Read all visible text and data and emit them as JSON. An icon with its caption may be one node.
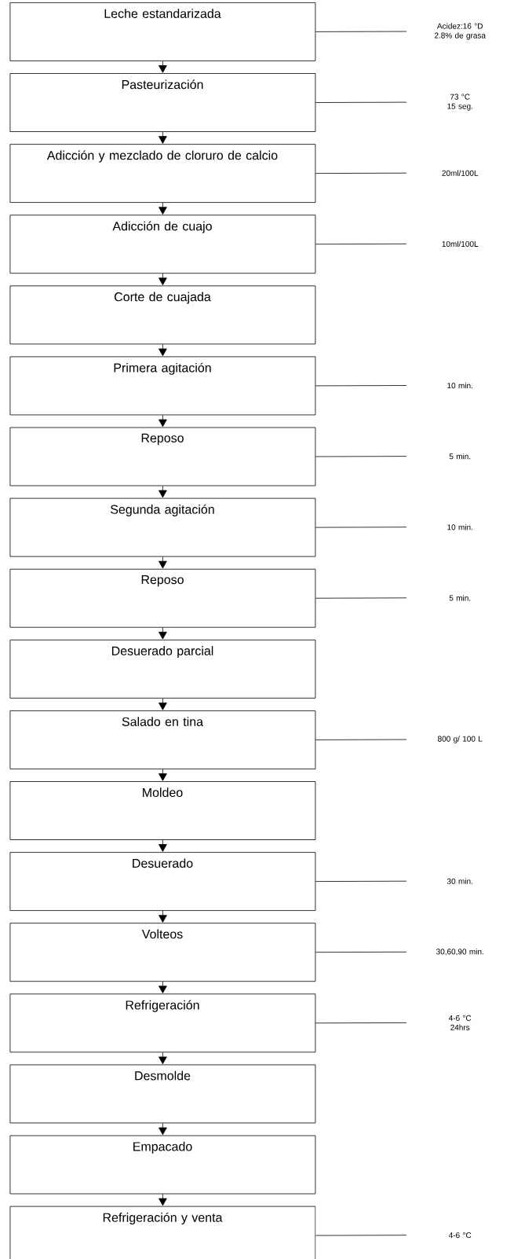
{
  "diagram": {
    "nodes": [
      {
        "text": [
          "Leche estandarizada"
        ]
      },
      {
        "text": [
          "Acidez:16 °D",
          "2.8% de grasa"
        ]
      },
      {
        "text": [
          "Pasteurización"
        ]
      },
      {
        "text": [
          "73 °C",
          "15 seg."
        ]
      },
      {
        "text": [
          "Adicción y mezclado de cloruro de calcio"
        ]
      },
      {
        "text": [
          "20ml/100L"
        ]
      },
      {
        "text": [
          "Adicción de cuajo"
        ]
      },
      {
        "text": [
          "10ml/100L"
        ]
      },
      {
        "text": [
          "Corte de cuajada"
        ]
      },
      {
        "text": [
          "Primera agitación"
        ]
      },
      {
        "text": [
          "10 min."
        ]
      },
      {
        "text": [
          "Reposo"
        ]
      },
      {
        "text": [
          "5 min."
        ]
      },
      {
        "text": [
          "Segunda agitación"
        ]
      },
      {
        "text": [
          "10 min."
        ]
      },
      {
        "text": [
          "Reposo"
        ]
      },
      {
        "text": [
          "5 min."
        ]
      },
      {
        "text": [
          "Desuerado parcial"
        ]
      },
      {
        "text": [
          "Salado en tina"
        ]
      },
      {
        "text": [
          "800 g/ 100 L"
        ]
      },
      {
        "text": [
          "Moldeo"
        ]
      },
      {
        "text": [
          "Desuerado"
        ]
      },
      {
        "text": [
          "30 min."
        ]
      },
      {
        "text": [
          "Volteos"
        ]
      },
      {
        "text": [
          "30,60,90 min."
        ]
      },
      {
        "text": [
          "Refrigeración"
        ]
      },
      {
        "text": [
          "4-6 °C",
          "24hrs"
        ]
      },
      {
        "text": [
          "Desmolde"
        ]
      },
      {
        "text": [
          "Empacado"
        ]
      },
      {
        "text": [
          "Refrigeración y venta"
        ]
      },
      {
        "text": [
          "4-6 °C"
        ]
      }
    ],
    "edges": [
      {
        "from": 0,
        "to": 1,
        "arrow": "none"
      },
      {
        "from": 0,
        "to": 2,
        "arrow": "to"
      },
      {
        "from": 2,
        "to": 3,
        "arrow": "none"
      },
      {
        "from": 2,
        "to": 4,
        "arrow": "to"
      },
      {
        "from": 4,
        "to": 5,
        "arrow": "none"
      },
      {
        "from": 4,
        "to": 6,
        "arrow": "to"
      },
      {
        "from": 6,
        "to": 7,
        "arrow": "none"
      },
      {
        "from": 6,
        "to": 8,
        "arrow": "to"
      },
      {
        "from": 8,
        "to": 9,
        "arrow": "to"
      },
      {
        "from": 9,
        "to": 10,
        "arrow": "none"
      },
      {
        "from": 9,
        "to": 11,
        "arrow": "to"
      },
      {
        "from": 11,
        "to": 12,
        "arrow": "none"
      },
      {
        "from": 11,
        "to": 13,
        "arrow": "to"
      },
      {
        "from": 13,
        "to": 14,
        "arrow": "none"
      },
      {
        "from": 13,
        "to": 15,
        "arrow": "to"
      },
      {
        "from": 15,
        "to": 16,
        "arrow": "none"
      },
      {
        "from": 15,
        "to": 17,
        "arrow": "to"
      },
      {
        "from": 17,
        "to": 18,
        "arrow": "to"
      },
      {
        "from": 18,
        "to": 19,
        "arrow": "none"
      },
      {
        "from": 18,
        "to": 20,
        "arrow": "to"
      },
      {
        "from": 20,
        "to": 21,
        "arrow": "to"
      },
      {
        "from": 21,
        "to": 22,
        "arrow": "none"
      },
      {
        "from": 21,
        "to": 23,
        "arrow": "to"
      },
      {
        "from": 23,
        "to": 24,
        "arrow": "none"
      },
      {
        "from": 23,
        "to": 25,
        "arrow": "to"
      },
      {
        "from": 25,
        "to": 26,
        "arrow": "none"
      },
      {
        "from": 25,
        "to": 27,
        "arrow": "to"
      },
      {
        "from": 27,
        "to": 28,
        "arrow": "to"
      },
      {
        "from": 28,
        "to": 29,
        "arrow": "to"
      },
      {
        "from": 29,
        "to": 30,
        "arrow": "none"
      }
    ]
  }
}
